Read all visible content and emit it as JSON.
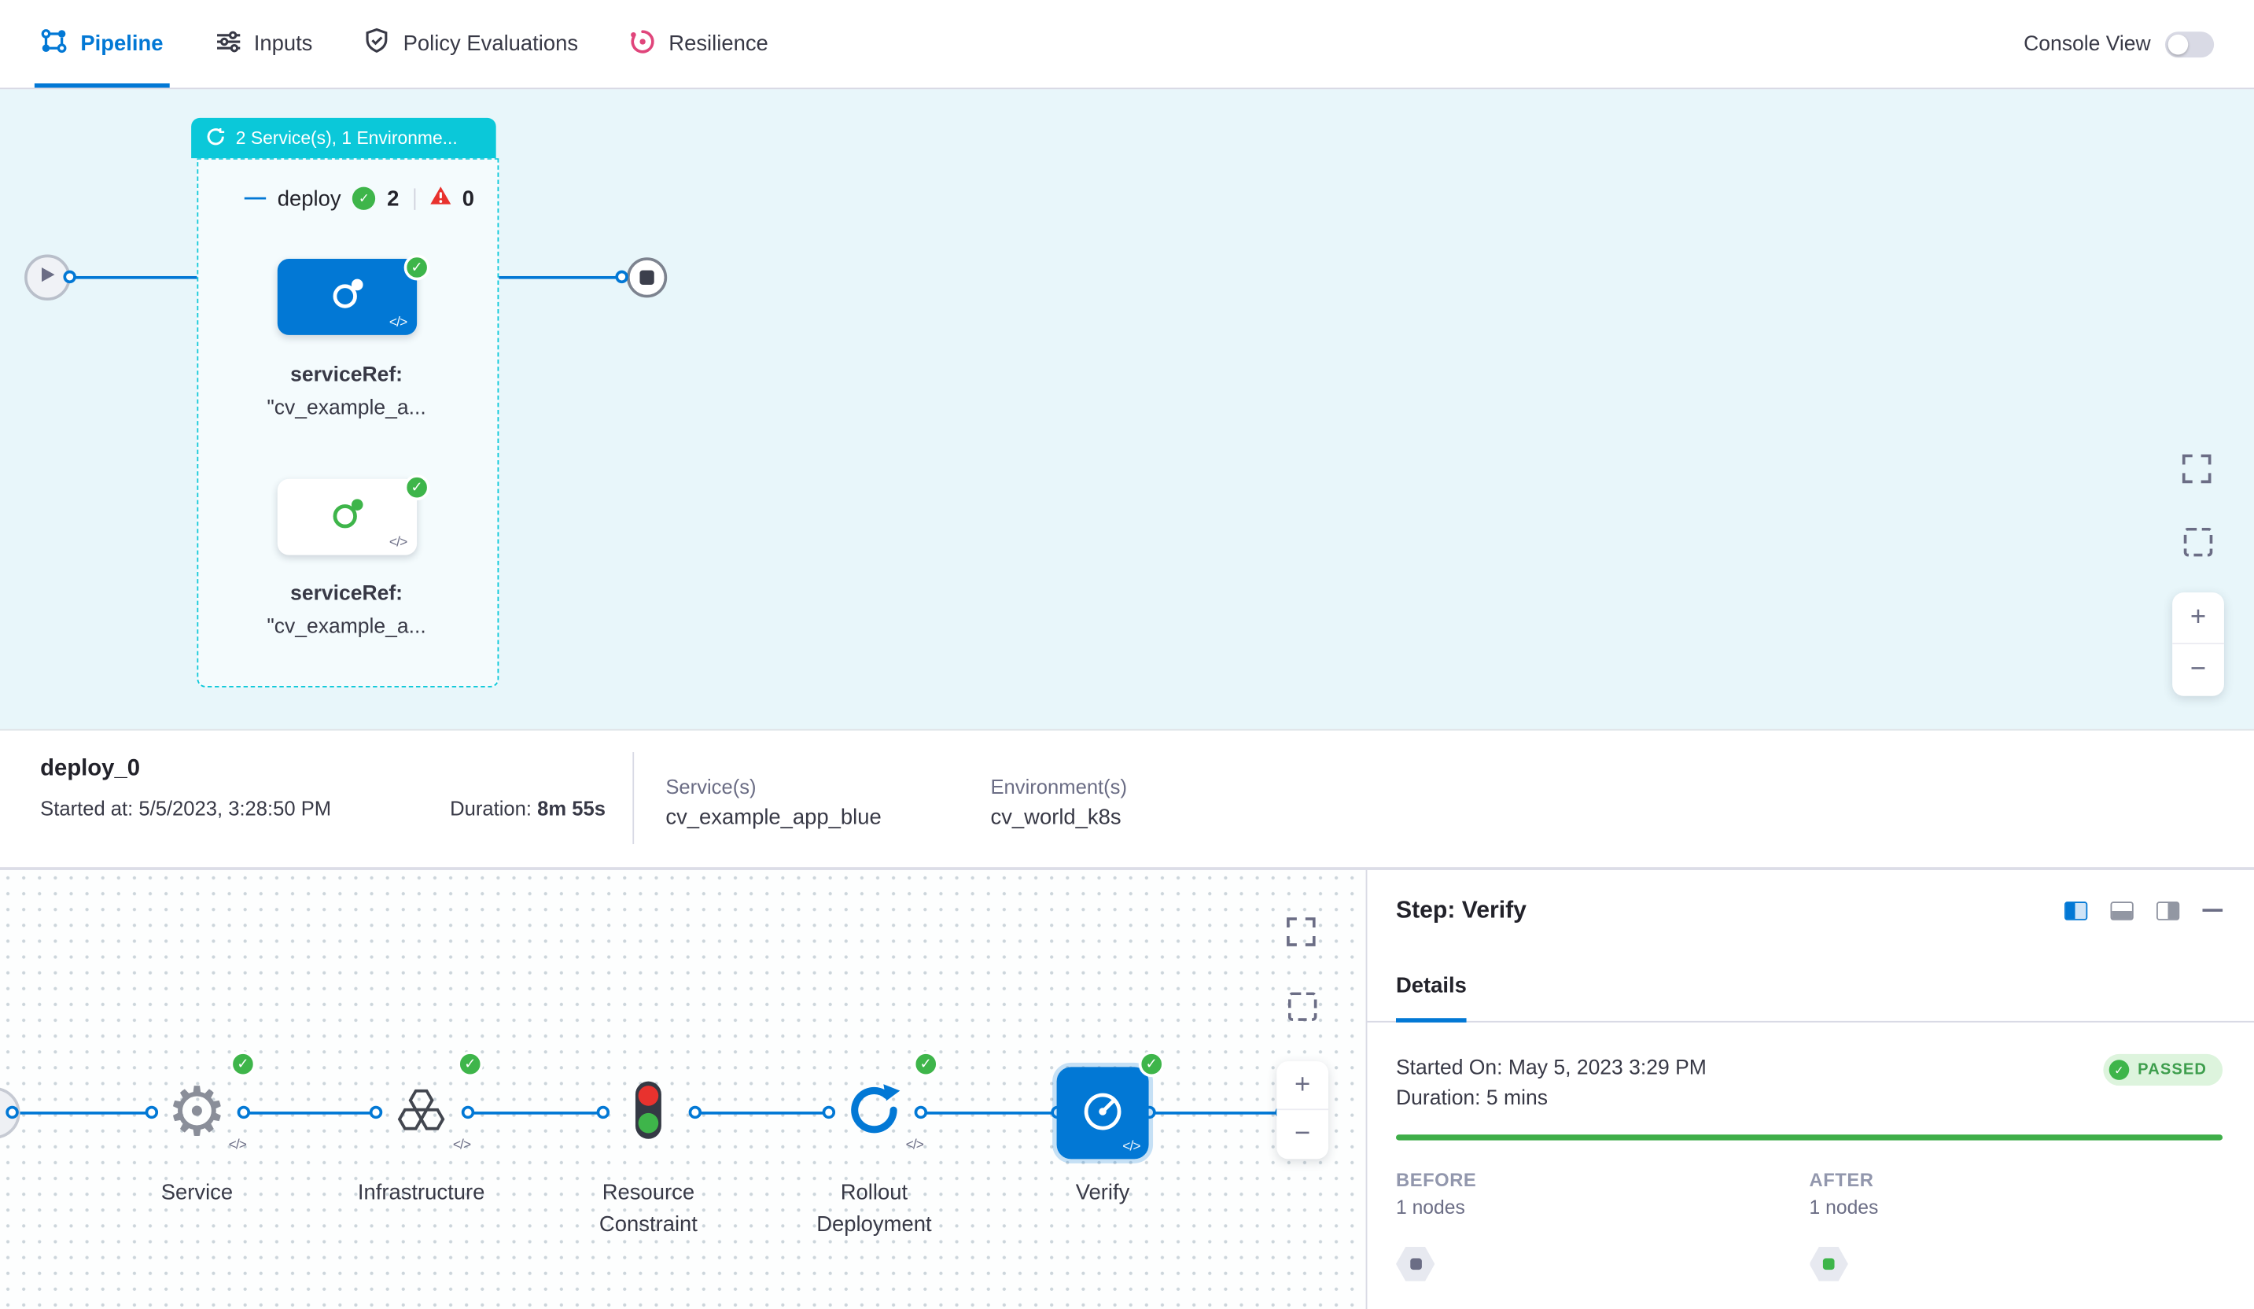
{
  "colors": {
    "accent": "#0278d5",
    "success": "#3eb54a",
    "error": "#e8322e",
    "stage_teal": "#0bc8d9",
    "canvas_blue": "#e8f6fa"
  },
  "icons": {
    "pipeline-tab-icon": "pipeline-graph",
    "inputs-tab-icon": "sliders",
    "policy-tab-icon": "shield-check",
    "resilience-tab-icon": "chaos-swirl",
    "console-view-toggle": "switch-off",
    "loop-icon": "circular-arrows",
    "collapse-icon": "minus",
    "success-icon": "check-circle",
    "error-icon": "warning-triangle",
    "play-icon": "start-node",
    "stop-icon": "end-node",
    "expand-icon": "fullscreen-corners",
    "marquee-icon": "dashed-square",
    "zoom-in-icon": "plus",
    "zoom-out-icon": "minus",
    "gear-icon": "service-step",
    "hexagons-icon": "infrastructure-step",
    "traffic-light-icon": "resource-constraint-step",
    "rollout-icon": "rollout-deployment-step",
    "verify-icon": "verify-gauge",
    "code-icon": "</>",
    "hexagon-node-icon": "hexagon-with-dot"
  },
  "header": {
    "tabs": [
      {
        "label": "Pipeline",
        "active": true
      },
      {
        "label": "Inputs",
        "active": false
      },
      {
        "label": "Policy Evaluations",
        "active": false
      },
      {
        "label": "Resilience",
        "active": false
      }
    ],
    "console_view_label": "Console View",
    "console_view_state": "off"
  },
  "stage_graph": {
    "group_tag": "2 Service(s), 1 Environme...",
    "stage_name": "deploy",
    "success_count": "2",
    "error_count": "0",
    "service_nodes": [
      {
        "title": "serviceRef:",
        "value": "\"cv_example_a...",
        "variant": "blue"
      },
      {
        "title": "serviceRef:",
        "value": "\"cv_example_a...",
        "variant": "white"
      }
    ],
    "zoom_in": "+",
    "zoom_out": "−"
  },
  "summary_bar": {
    "stage_name": "deploy_0",
    "started_label": "Started at:",
    "started_value": "5/5/2023, 3:28:50 PM",
    "duration_label": "Duration:",
    "duration_value": "8m 55s",
    "services_label": "Service(s)",
    "services_value": "cv_example_app_blue",
    "environments_label": "Environment(s)",
    "environments_value": "cv_world_k8s"
  },
  "execution": {
    "nodes": [
      {
        "label": "Service",
        "icon": "gear-icon",
        "status": "success"
      },
      {
        "label": "Infrastructure",
        "icon": "hexagons-icon",
        "status": "success"
      },
      {
        "label": "Resource Constraint",
        "icon": "traffic-light-icon",
        "status": "none"
      },
      {
        "label": "Rollout Deployment",
        "icon": "rollout-icon",
        "status": "success"
      },
      {
        "label": "Verify",
        "icon": "verify-icon",
        "status": "success",
        "selected": true
      }
    ],
    "zoom_in": "+",
    "zoom_out": "−"
  },
  "details": {
    "title": "Step: Verify",
    "tab": "Details",
    "started_label": "Started On:",
    "started_value": "May 5, 2023 3:29 PM",
    "duration_label": "Duration:",
    "duration_value": "5 mins",
    "status_badge": "PASSED",
    "before_label": "BEFORE",
    "before_count": "1 nodes",
    "after_label": "AFTER",
    "after_count": "1 nodes"
  }
}
